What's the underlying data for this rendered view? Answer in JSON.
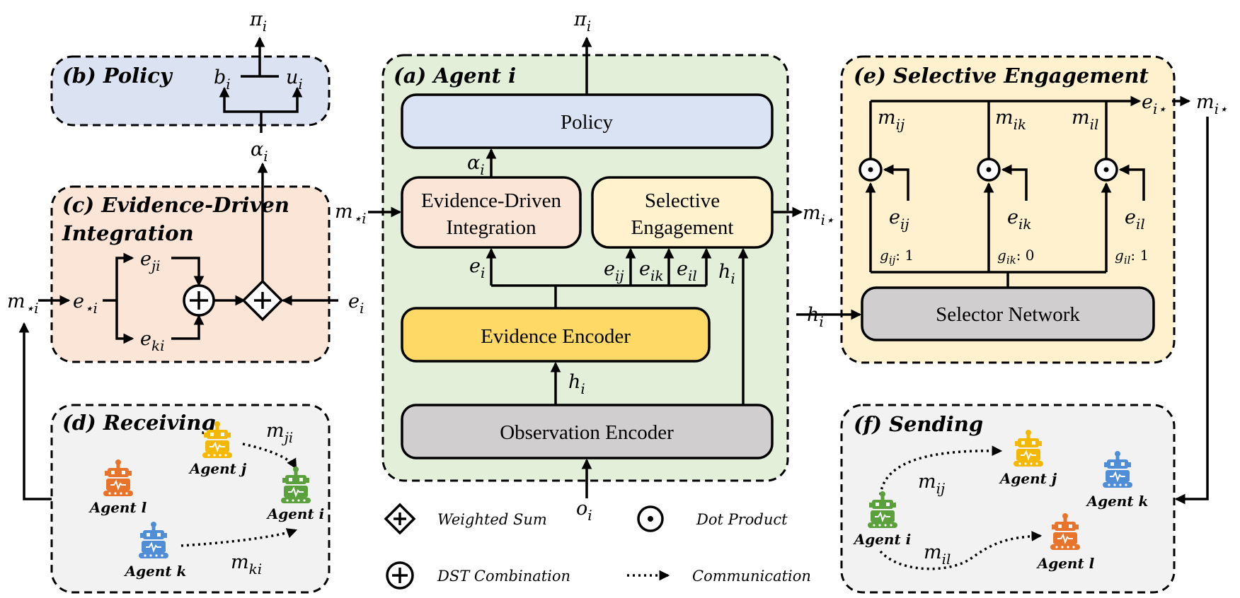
{
  "colors": {
    "policy_panel": "#dbe3f3",
    "agent_panel": "#e3efd9",
    "evidence_panel": "#fbe5d7",
    "selective_panel": "#fff1cd",
    "gray_panel": "#f2f2f2",
    "policy_box": "#dae3f3",
    "evidence_box": "#fbe5d6",
    "selective_box": "#fff2cc",
    "encoder_box": "#ffd966",
    "obs_box": "#d0cece",
    "robot_yellow": "#f5b800",
    "robot_green": "#5aa03c",
    "robot_orange": "#e8742c",
    "robot_blue": "#4f8ed6"
  },
  "panels": {
    "agent": {
      "title": "(a) Agent i"
    },
    "policy": {
      "title": "(b) Policy"
    },
    "evidence": {
      "title_line1": "(c) Evidence-Driven",
      "title_line2": "Integration"
    },
    "receiving": {
      "title": "(d) Receiving"
    },
    "selective": {
      "title": "(e) Selective Engagement"
    },
    "sending": {
      "title": "(f) Sending"
    }
  },
  "boxes": {
    "policy": "Policy",
    "evidence_line1": "Evidence-Driven",
    "evidence_line2": "Integration",
    "selective_line1": "Selective",
    "selective_line2": "Engagement",
    "evidence_encoder": "Evidence Encoder",
    "observation_encoder": "Observation Encoder",
    "selector_network": "Selector Network"
  },
  "symbols": {
    "pi_i": "π",
    "sub_i": "i",
    "alpha": "α",
    "b": "b",
    "u": "u",
    "m": "m",
    "e": "e",
    "h": "h",
    "o": "o",
    "g": "g",
    "sub_star_i": "⋆i",
    "sub_i_star": "i⋆",
    "sub_ji": "ji",
    "sub_ki": "ki",
    "sub_ij": "ij",
    "sub_ik": "ik",
    "sub_il": "il",
    "gate_ij": ": 1",
    "gate_ik": ": 0",
    "gate_il": ": 1"
  },
  "agents": {
    "i": "Agent i",
    "j": "Agent j",
    "k": "Agent k",
    "l": "Agent l"
  },
  "legend": {
    "weighted_sum": "Weighted Sum",
    "dot_product": "Dot Product",
    "dst_combination": "DST Combination",
    "communication": "Communication"
  }
}
